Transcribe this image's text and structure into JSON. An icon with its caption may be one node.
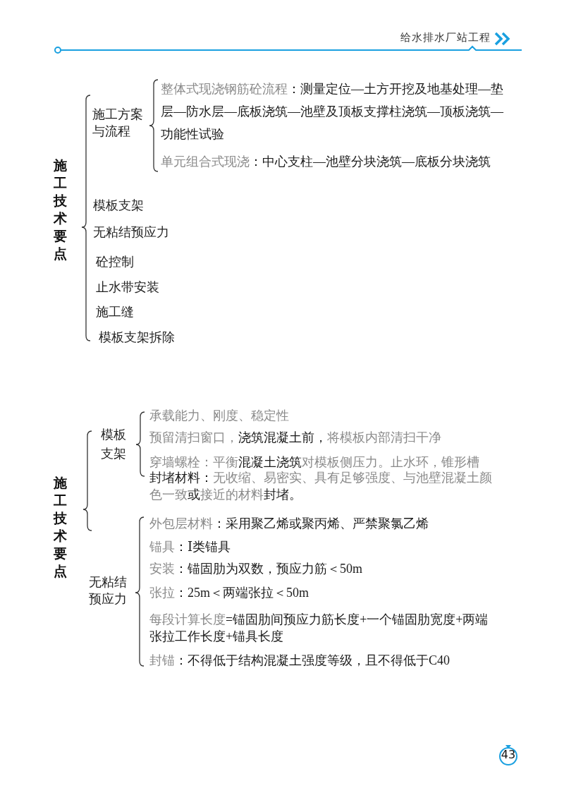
{
  "diagram": {
    "labels": [
      "给水排水厂站工程",
      "施工技术要点",
      "施工方案与流程",
      "整体式现浇钢筋砼流程**：测量定位—土方开挖及地基处理—垫层—防水层—底板浇筑—池壁及顶板支撑柱浇筑—顶板浇筑—功能性试验**",
      "单元组合式现浇**：中心支柱—池壁分块浇筑—底板分块浇筑**",
      "模板支架",
      "无粘结预应力",
      "砼控制",
      "止水带安装",
      "施工缝",
      "模板支架拆除",
      "施工技术要点",
      "模板支架",
      "承载能力、刚度、稳定性",
      "预留清扫窗口，**浇筑混凝土前，**将模板内部清扫干净",
      "穿墙螺栓：平衡**混凝土浇筑**对模板侧压力。止水环，锥形槽",
      "**封堵材料：**无收缩、易密实、具有足够强度、与池壁混凝土颜色一致**或**接近的材料**封堵。**",
      "无粘结预应力",
      "外包层材料**：采用聚乙烯或聚丙烯、严禁聚氯乙烯**",
      "锚具**：Ⅰ类锚具**",
      "安装**：锚固肋为双数，预应力筋＜50m**",
      "张拉**：25m＜两端张拉＜50m**",
      "每段计算长度**=锚固肋间预应力筋长度+一个锚固肋宽度+两端张拉工作长度+锚具长度**",
      "封锚**：不得低于结构混凝土强度等级，且不得低于C40**",
      "43"
    ]
  }
}
